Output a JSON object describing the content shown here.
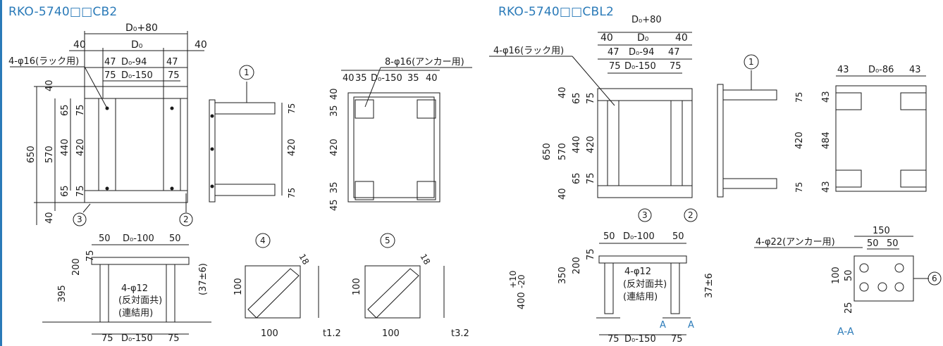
{
  "titles": {
    "left": "RKO-5740□□CB2",
    "right": "RKO-5740□□CBL2"
  },
  "left": {
    "front": {
      "d_plus_80": "D₀+80",
      "d": "D₀",
      "d_minus_94": "D₀-94",
      "d_minus_150": "D₀-150",
      "w40": "40",
      "w47": "47",
      "w75": "75",
      "h650": "650",
      "h570": "570",
      "h440": "440",
      "h420": "420",
      "h40": "40",
      "h65": "65",
      "h75": "75",
      "hole_note": "4-φ16(ラック用)",
      "callout3": "3",
      "callout2": "2"
    },
    "side": {
      "callout1": "1",
      "h75": "75",
      "h420": "420"
    },
    "top": {
      "anchor_note": "8-φ16(アンカー用)",
      "w40": "40",
      "w35": "35",
      "d_minus_150": "D₀-150",
      "h40": "40",
      "h35": "35",
      "h420": "420",
      "h45": "45"
    },
    "base": {
      "w50": "50",
      "d_minus_100": "D₀-100",
      "d_minus_150": "D₀-150",
      "w75": "75",
      "h395": "395",
      "h200": "200",
      "h75": "75",
      "h37": "(37±6)",
      "bolt_note": "4-φ12",
      "bolt_sub1": "(反対面共)",
      "bolt_sub2": "(連結用)"
    },
    "plate4": {
      "callout": "4",
      "w": "100",
      "h": "100",
      "slot": "18",
      "t": "t1.2"
    },
    "plate5": {
      "callout": "5",
      "w": "100",
      "h": "100",
      "slot": "18",
      "t": "t3.2"
    }
  },
  "right": {
    "front": {
      "d_plus_80": "D₀+80",
      "d": "D₀",
      "d_minus_94": "D₀-94",
      "d_minus_150": "D₀-150",
      "w40": "40",
      "w47": "47",
      "w75": "75",
      "h650": "650",
      "h570": "570",
      "h440": "440",
      "h420": "420",
      "h40": "40",
      "h65": "65",
      "h75": "75",
      "hole_note": "4-φ16(ラック用)",
      "callout3": "3",
      "callout2": "2"
    },
    "side": {
      "callout1": "1",
      "h75": "75",
      "h420": "420"
    },
    "top": {
      "w43": "43",
      "d_minus_86": "D₀-86",
      "h43": "43",
      "h484": "484"
    },
    "base": {
      "w50": "50",
      "d_minus_100": "D₀-100",
      "d_minus_150": "D₀-150",
      "w75": "75",
      "h400": "400",
      "tol_up": "+10",
      "tol_dn": "-20",
      "h350": "350",
      "h200": "200",
      "h75": "75",
      "h37": "37±6",
      "bolt_note": "4-φ12",
      "bolt_sub1": "(反対面共)",
      "bolt_sub2": "(連結用)",
      "section_mark": "A"
    },
    "section": {
      "anchor_note": "4-φ22(アンカー用)",
      "w150": "150",
      "w50": "50",
      "h100": "100",
      "h50": "50",
      "h25": "25",
      "callout6": "6",
      "label": "A-A"
    }
  },
  "colors": {
    "accent": "#2a7ab8",
    "line": "#1a1a1a"
  }
}
